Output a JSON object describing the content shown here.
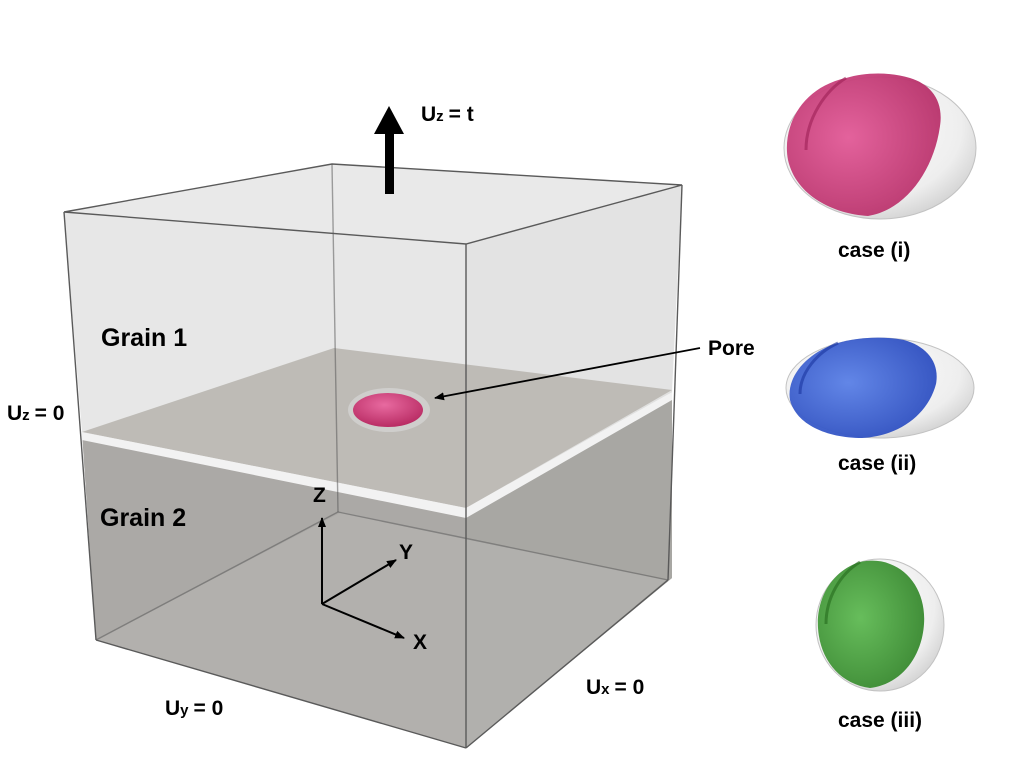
{
  "labels": {
    "grain1": "Grain 1",
    "grain2": "Grain 2",
    "pore": "Pore",
    "axes": {
      "x": "X",
      "y": "Y",
      "z": "Z"
    }
  },
  "boundary_conditions": {
    "top": {
      "sym": "U",
      "sub": "z",
      "rhs": "= t"
    },
    "left": {
      "sym": "U",
      "sub": "z",
      "rhs": "= 0"
    },
    "front": {
      "sym": "U",
      "sub": "y",
      "rhs": "= 0"
    },
    "right": {
      "sym": "U",
      "sub": "x",
      "rhs": "= 0"
    }
  },
  "cases": [
    {
      "label": "case (i)",
      "color": "#d13b7c",
      "shade": "#a8245c"
    },
    {
      "label": "case (ii)",
      "color": "#3f65d6",
      "shade": "#1f3fb0"
    },
    {
      "label": "case (iii)",
      "color": "#46a33c",
      "shade": "#2e7a26"
    }
  ],
  "colors": {
    "grain1": "#e4e4e4",
    "grain2": "#b2b0ad",
    "boundary_plane": "#bebab5",
    "pore": "#d13b7c",
    "edge": "#555555"
  }
}
